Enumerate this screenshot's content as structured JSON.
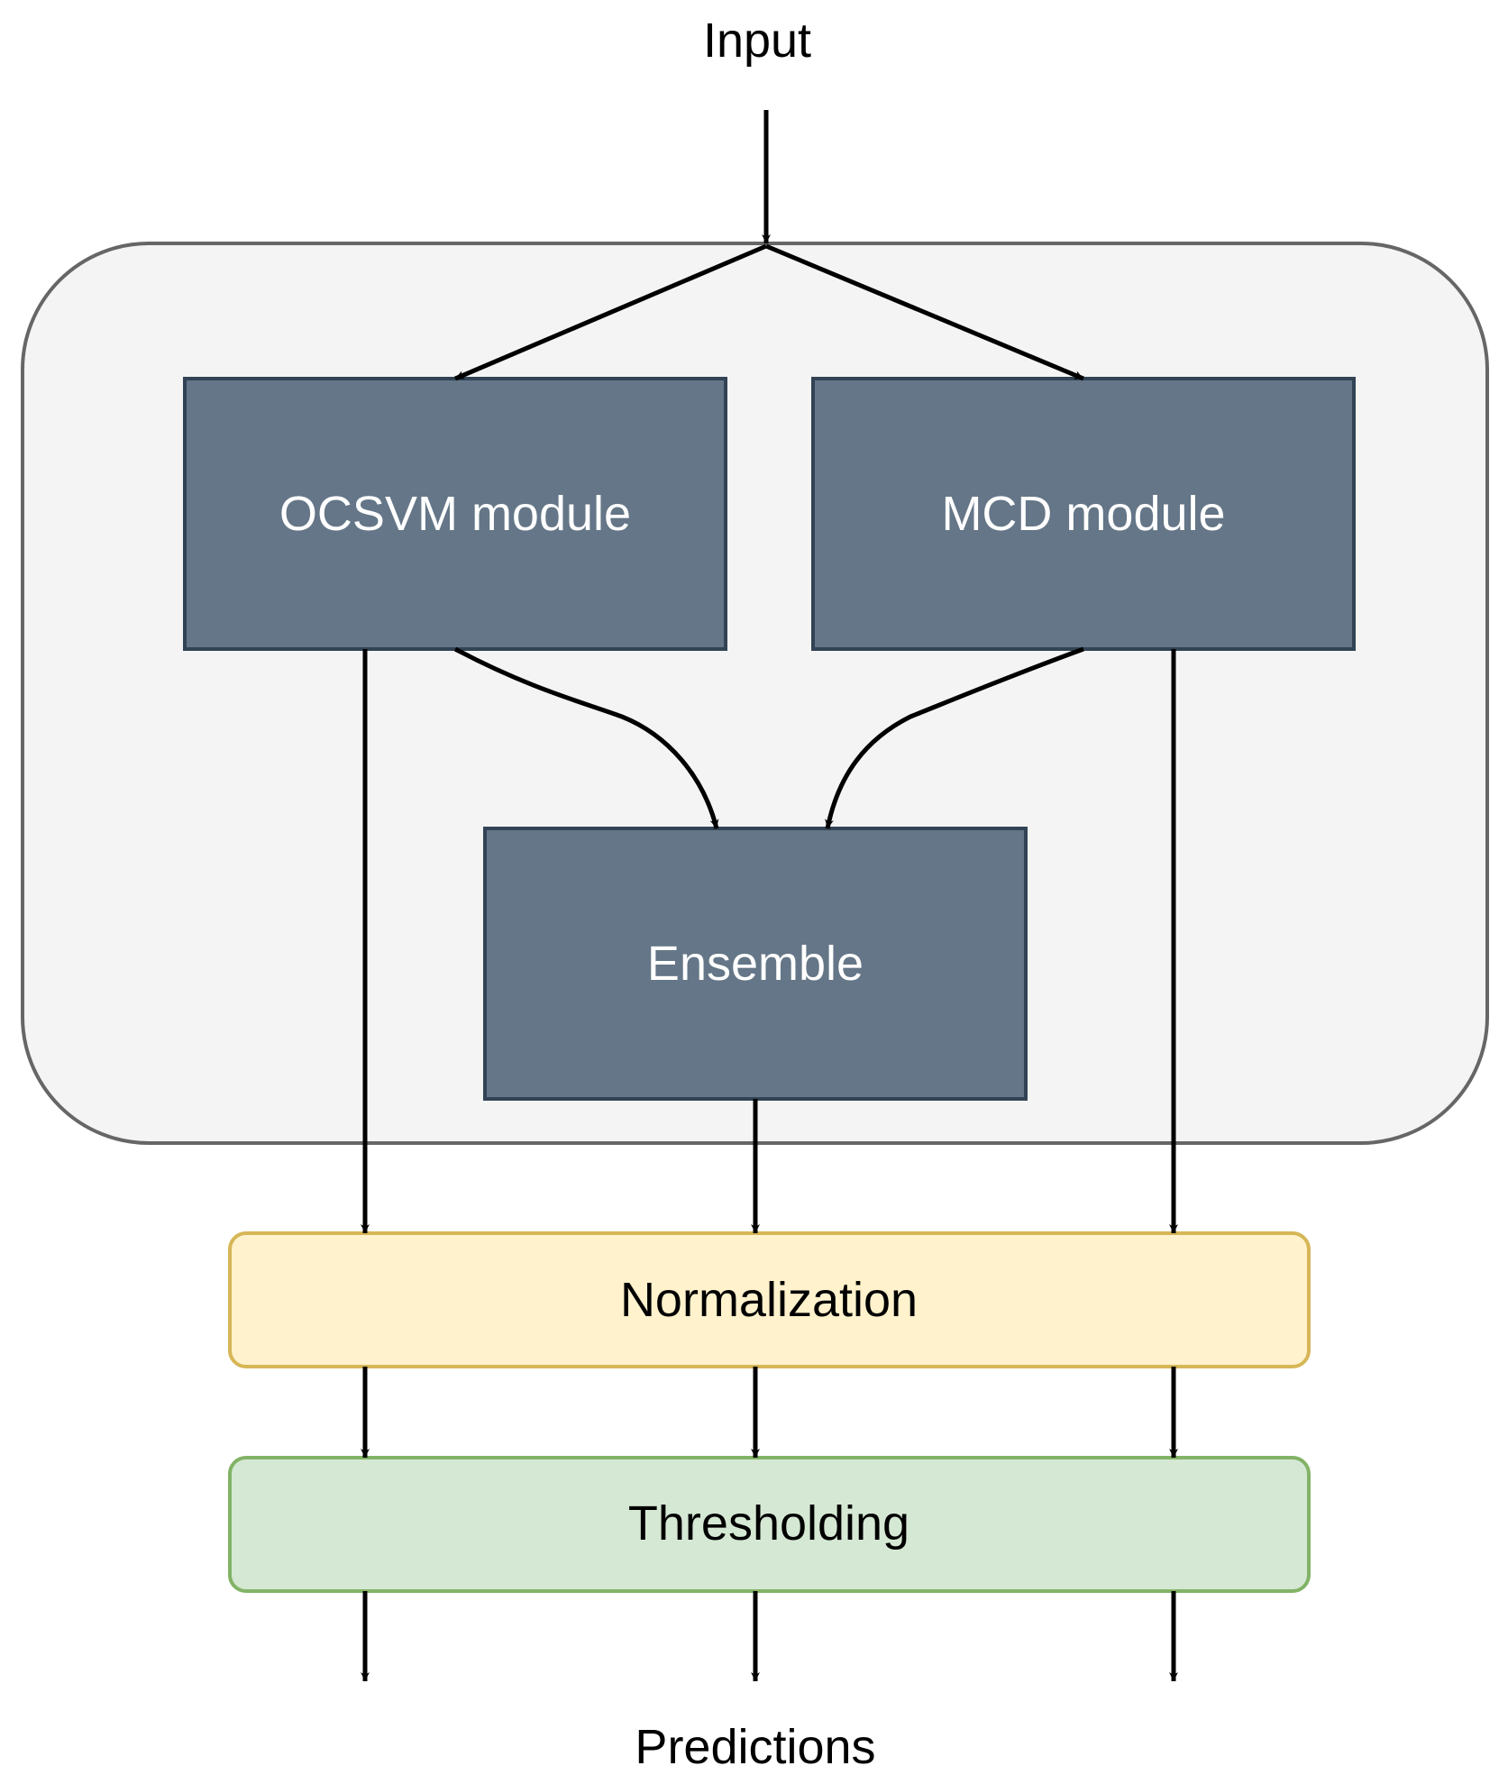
{
  "diagram": {
    "input_label": "Input",
    "output_label": "Predictions",
    "nodes": {
      "ocsvm": "OCSVM module",
      "mcd": "MCD module",
      "ensemble": "Ensemble",
      "normalization": "Normalization",
      "thresholding": "Thresholding"
    }
  },
  "colors": {
    "container_fill": "#f4f4f4",
    "container_stroke": "#666666",
    "module_fill": "#647687",
    "module_stroke": "#314354",
    "module_text": "#ffffff",
    "normalization_fill": "#fff2cc",
    "normalization_stroke": "#d6b656",
    "thresholding_fill": "#d5e8d4",
    "thresholding_stroke": "#82b366",
    "arrow": "#000000"
  }
}
